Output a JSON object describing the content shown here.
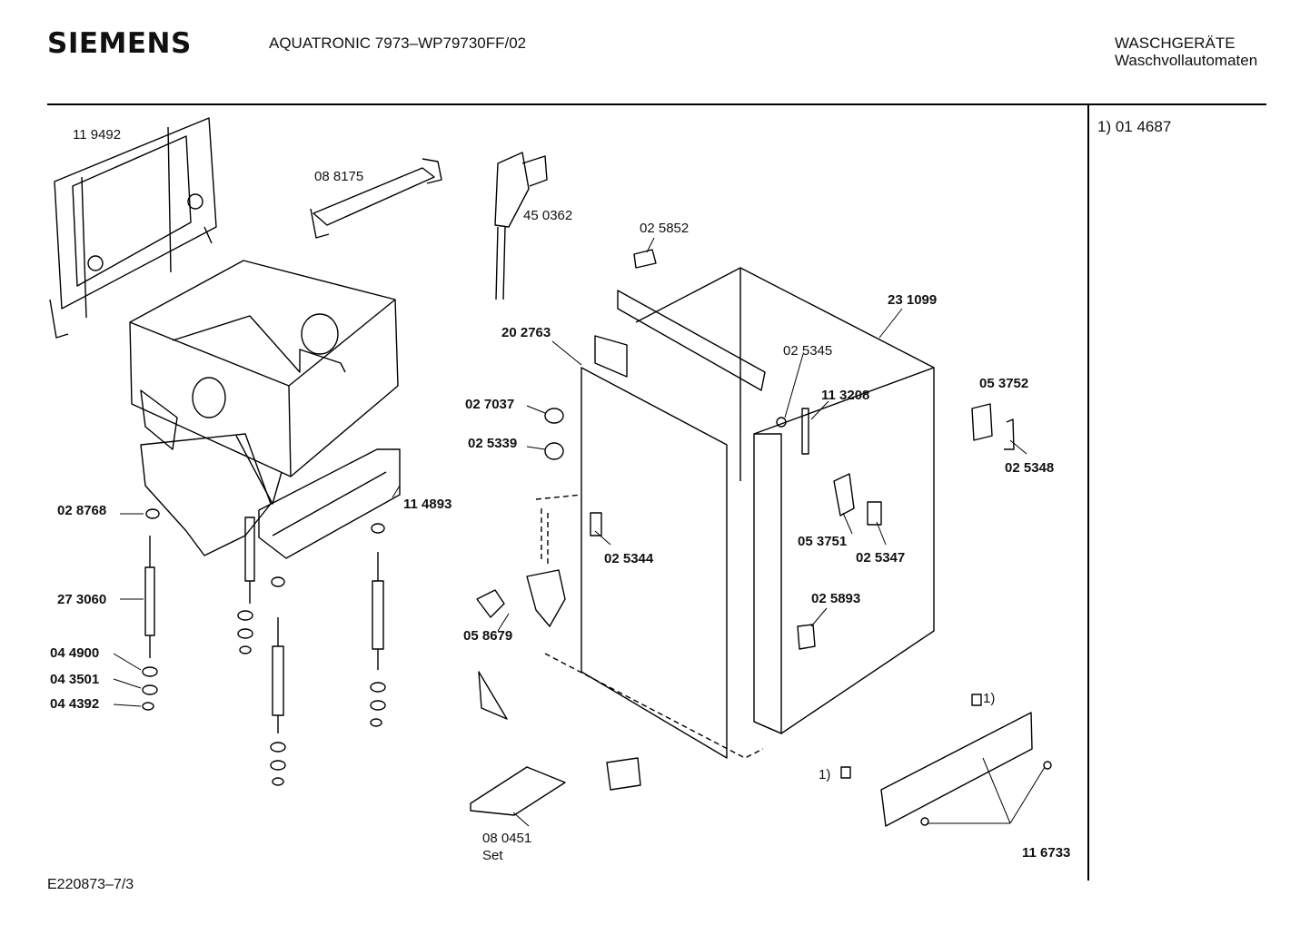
{
  "header": {
    "brand": "SIEMENS",
    "model": "AQUATRONIC 7973–WP79730FF/02",
    "category_line1": "WASCHGERÄTE",
    "category_line2": "Waschvollautomaten"
  },
  "footnote": "1) 01 4687",
  "document_id": "E220873–7/3",
  "parts": {
    "p119492": "11 9492",
    "p088175": "08 8175",
    "p450362": "45 0362",
    "p025852": "02 5852",
    "p231099": "23 1099",
    "p202763": "20 2763",
    "p025345": "02 5345",
    "p113208": "11 3208",
    "p053752": "05 3752",
    "p027037": "02 7037",
    "p025339": "02 5339",
    "p025348": "02 5348",
    "p114893": "11 4893",
    "p028768": "02 8768",
    "p025344": "02 5344",
    "p053751": "05 3751",
    "p025347": "02 5347",
    "p273060": "27 3060",
    "p025893": "02 5893",
    "p058679": "05 8679",
    "p044900": "04 4900",
    "p043501": "04 3501",
    "p044392": "04 4392",
    "p080451": "08 0451",
    "p080451_set": "Set",
    "p116733": "11 6733",
    "ref1a": "1)",
    "ref1b": "1)"
  }
}
